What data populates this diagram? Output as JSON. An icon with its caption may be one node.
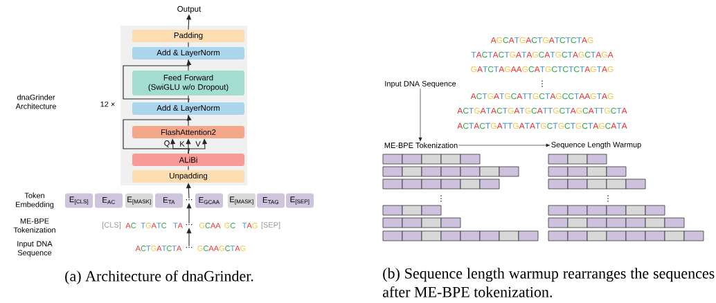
{
  "diagram": {
    "nodes": [
      {
        "text": [
          "Output"
        ]
      },
      {
        "text": [],
        "shape": "box",
        "beside": [
          "12 ×"
        ]
      },
      {
        "text": [
          "Padding"
        ],
        "in": 1
      },
      {
        "text": [
          "Add & LayerNorm"
        ],
        "in": 1
      },
      {
        "text": [
          "Feed Forward (SwiGLU w/o Dropout)"
        ],
        "in": 1
      },
      {
        "text": [
          "Add & LayerNorm"
        ],
        "in": 1
      },
      {
        "text": [
          "FlashAttention2"
        ],
        "in": 1
      },
      {
        "text": [
          "ALiBi"
        ],
        "in": 1
      },
      {
        "text": [
          "Unpadding"
        ],
        "in": 1
      },
      {
        "text": [
          "E$_{[CLS]}$"
        ]
      },
      {
        "text": [
          "E$_{AC}$"
        ]
      },
      {
        "text": [
          "E$_{[MASK]}$"
        ]
      },
      {
        "text": [
          "E$_{TA}$"
        ]
      },
      {
        "text": [
          "⋯"
        ]
      },
      {
        "text": [
          "E$_{GCAA}$"
        ]
      },
      {
        "text": [
          "E$_{[MASK]}$"
        ]
      },
      {
        "text": [
          "E$_{TAG}$"
        ]
      },
      {
        "text": [
          "E$_{[SEP]}$"
        ]
      },
      {
        "text": [
          "⋯"
        ]
      },
      {
        "text": [
          "⋯"
        ]
      },
      {
        "text": [
          "Input DNA Sequence"
        ]
      },
      {
        "text": [
          "ME-BPE Tokenization"
        ]
      },
      {
        "text": [
          "Sequence Length Warmup"
        ]
      }
    ],
    "edges": [
      {
        "from": 2,
        "to": 0,
        "arrow": "to"
      },
      {
        "from": 3,
        "to": 2,
        "arrow": "none"
      },
      {
        "from": 4,
        "to": 3,
        "arrow": "none"
      },
      {
        "from": 5,
        "to": 4,
        "arrow": "none"
      },
      {
        "from": 5,
        "to": 3,
        "arrow": "to"
      },
      {
        "from": 6,
        "to": 5,
        "arrow": "none"
      },
      {
        "from": 7,
        "to": 6,
        "arrow": "to",
        "label": "Q"
      },
      {
        "from": 7,
        "to": 6,
        "arrow": "to",
        "label": "K"
      },
      {
        "from": 7,
        "to": 6,
        "arrow": "to",
        "label": "V"
      },
      {
        "from": 7,
        "to": 5,
        "arrow": "to"
      },
      {
        "from": 8,
        "to": 7,
        "arrow": "none"
      },
      {
        "from": 13,
        "to": 8,
        "arrow": "to"
      },
      {
        "from": 18,
        "to": 13,
        "arrow": "to"
      },
      {
        "from": 19,
        "to": 18,
        "arrow": "to"
      },
      {
        "from": 20,
        "to": 21,
        "arrow": "to"
      },
      {
        "from": 21,
        "to": 22,
        "arrow": "to"
      }
    ],
    "labels": [
      "dnaGrinder Architecture",
      "Token Embedding",
      "ME-BPE Tokenization",
      "[CLS]",
      "AC",
      "TGATC",
      "TA",
      "GCAA",
      "GC",
      "TAG",
      "[SEP]",
      "Input DNA Sequence",
      "ACTGATCTA",
      "GCAAGCTAG",
      "AGCATGACTGATCTCTAG",
      "TACTACTGATAGCATGCTAGCTAGA",
      "GATCTAGAAGCATGCTCTCTAGTAG",
      "⋮",
      "ACTGATGCATTGCTAGCCTAAGTAG",
      "ACTGATACTGATGCATTGCTAGCATTGCTA",
      "ACTACTGATTGATATGCTGCTGCTAGCATA",
      "⋮",
      "⋮",
      "(a) Architecture of dnaGrinder.",
      "(b) Sequence length warmup rearranges the sequences after ME-BPE tokenization."
    ]
  }
}
